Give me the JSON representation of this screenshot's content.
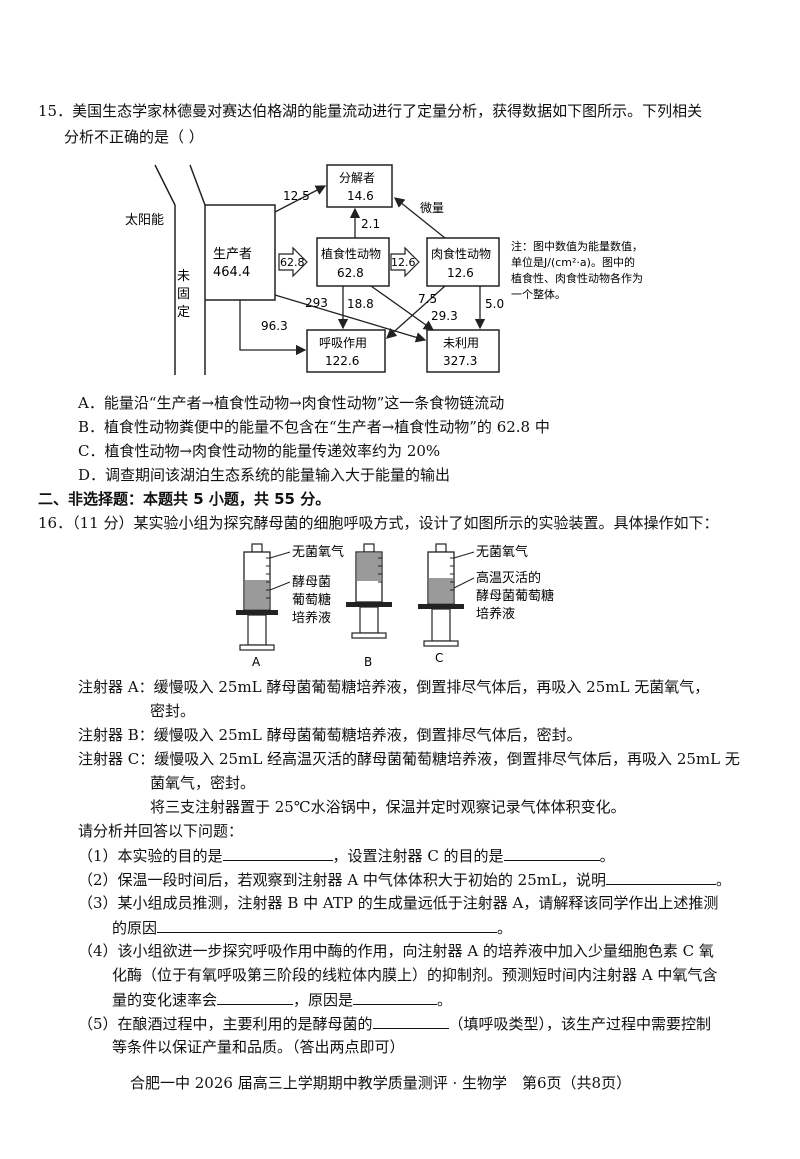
{
  "q15": {
    "stem_line1": "15．美国生态学家林德曼对赛达伯格湖的能量流动进行了定量分析，获得数据如下图所示。下列相关",
    "stem_line2": "分析不正确的是（    ）",
    "diagram": {
      "sun": "太阳能",
      "unfixed": [
        "未",
        "固",
        "定"
      ],
      "producer": {
        "name": "生产者",
        "value": "464.4"
      },
      "herbivore": {
        "name": "植食性动物",
        "value": "62.8"
      },
      "carnivore": {
        "name": "肉食性动物",
        "value": "12.6"
      },
      "decomposer": {
        "name": "分解者",
        "value": "14.6"
      },
      "respiration": {
        "name": "呼吸作用",
        "value": "122.6"
      },
      "unused": {
        "name": "未利用",
        "value": "327.3"
      },
      "flows": {
        "to_decomposer": "12.5",
        "herb_to_decomposer": "2.1",
        "trace": "微量",
        "p_to_h": "62.8",
        "h_to_c": "12.6",
        "p_unused": "293",
        "h_resp": "18.8",
        "c_resp": "7.5",
        "c_unused": "5.0",
        "h_unused": "29.3",
        "p_resp": "96.3"
      },
      "note": [
        "注：图中数值为能量数值，",
        "单位是J/(cm²·a)。图中的",
        "植食性、肉食性动物各作为",
        "一个整体。"
      ]
    },
    "options": [
      "A．能量沿“生产者→植食性动物→肉食性动物”这一条食物链流动",
      "B．植食性动物粪便中的能量不包含在“生产者→植食性动物”的 62.8 中",
      "C．植食性动物→肉食性动物的能量传递效率约为 20%",
      "D．调查期间该湖泊生态系统的能量输入大于能量的输出"
    ]
  },
  "section2": "二、非选择题：本题共 5 小题，共 55 分。",
  "q16": {
    "stem": "16．（11 分）某实验小组为探究酵母菌的细胞呼吸方式，设计了如图所示的实验装置。具体操作如下：",
    "figure": {
      "label_a1": "无菌氧气",
      "label_a2": [
        "酵母菌",
        "葡萄糖",
        "培养液"
      ],
      "label_c1": "无菌氧气",
      "label_c2": [
        "高温灭活的",
        "酵母菌葡萄糖",
        "培养液"
      ],
      "syringes": [
        "A",
        "B",
        "C"
      ]
    },
    "syringe_a_1": "注射器 A：缓慢吸入 25mL 酵母菌葡萄糖培养液，倒置排尽气体后，再吸入 25mL 无菌氧气，",
    "syringe_a_2": "密封。",
    "syringe_b": "注射器 B：缓慢吸入 25mL 酵母菌葡萄糖培养液，倒置排尽气体后，密封。",
    "syringe_c_1": "注射器 C：缓慢吸入 25mL 经高温灭活的酵母菌葡萄糖培养液，倒置排尽气体后，再吸入 25mL 无",
    "syringe_c_2": "菌氧气，密封。",
    "procedure": "将三支注射器置于 25℃水浴锅中，保温并定时观察记录气体体积变化。",
    "prompt": "请分析并回答以下问题：",
    "sub1_a": "（1）本实验的目的是",
    "sub1_b": "，设置注射器 C 的目的是",
    "sub1_c": "。",
    "sub2_a": "（2）保温一段时间后，若观察到注射器 A 中气体体积大于初始的 25mL，说明",
    "sub2_b": "。",
    "sub3_a": "（3）某小组成员推测，注射器 B 中 ATP 的生成量远低于注射器 A，请解释该同学作出上述推测",
    "sub3_b": "的原因",
    "sub3_c": "。",
    "sub4_a": "（4）该小组欲进一步探究呼吸作用中酶的作用，向注射器 A 的培养液中加入少量细胞色素 C 氧",
    "sub4_b": "化酶（位于有氧呼吸第三阶段的线粒体内膜上）的抑制剂。预测短时间内注射器 A 中氧气含",
    "sub4_c": "量的变化速率会",
    "sub4_d": "，原因是",
    "sub4_e": "。",
    "sub5_a": "（5）在酿酒过程中，主要利用的是酵母菌的",
    "sub5_b": "（填呼吸类型），该生产过程中需要控制",
    "sub5_c": "等条件以保证产量和品质。（答出两点即可）"
  },
  "footer": "合肥一中 2026 届高三上学期期中教学质量测评 · 生物学　第6页（共8页）"
}
